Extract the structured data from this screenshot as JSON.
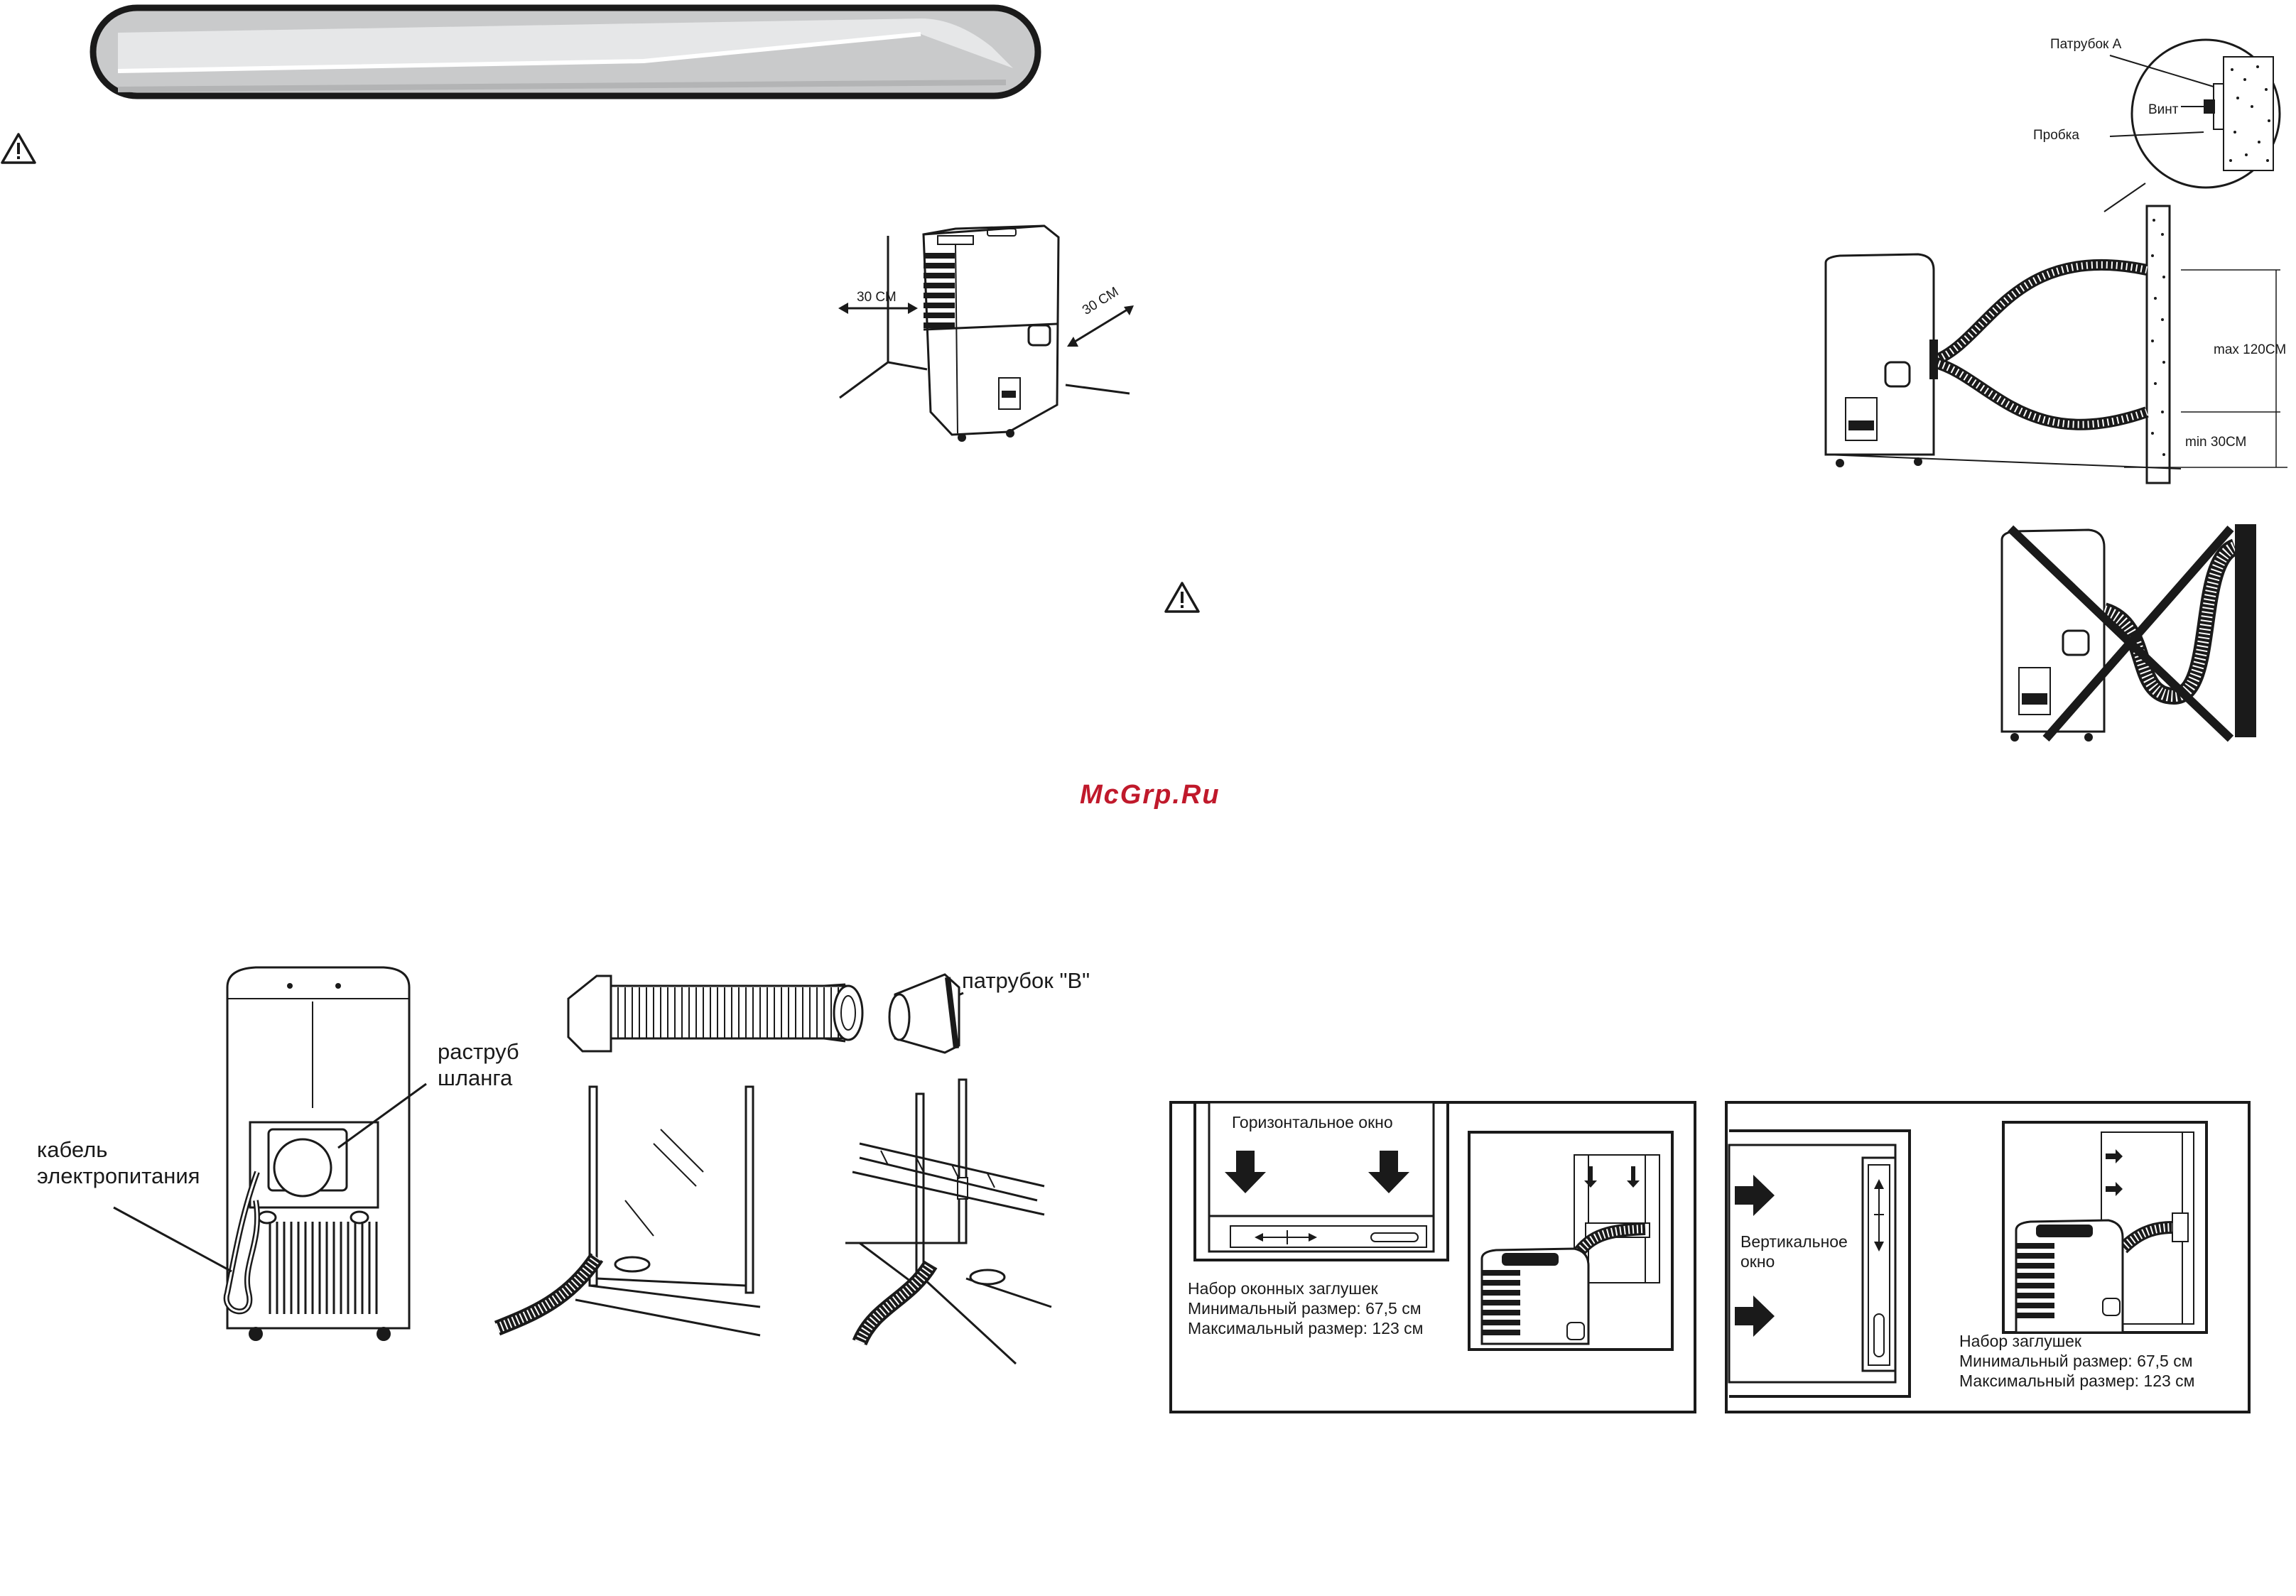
{
  "watermark": "McGrp.Ru",
  "clearance": {
    "left_label": "30 СМ",
    "right_label": "30 СМ"
  },
  "wall_install": {
    "nozzle_a": "Патрубок А",
    "screw": "Винт",
    "plug": "Пробка",
    "max_height": "max 120СМ",
    "min_height": "min 30СМ"
  },
  "hose_parts": {
    "power_cable": "кабель электропитания",
    "hose_socket": "раструб шланга",
    "nozzle_b": "патрубок \"B\""
  },
  "horizontal_panel": {
    "title": "Горизонтальное окно",
    "kit_name": "Набор оконных заглушек",
    "min_size": "Минимальный размер: 67,5 см",
    "max_size": "Максимальный размер: 123 см"
  },
  "vertical_panel": {
    "title": "Вертикальное окно",
    "kit_name": "Набор заглушек",
    "min_size": "Минимальный размер: 67,5 см",
    "max_size": "Максимальный размер: 123 см"
  },
  "colors": {
    "ink": "#1a1a1a",
    "watermark": "#c0192b",
    "banner_fill": "#c9cacb",
    "banner_light": "#e6e7e8"
  },
  "icons": [
    "warning-triangle-icon",
    "warning-triangle-icon"
  ]
}
